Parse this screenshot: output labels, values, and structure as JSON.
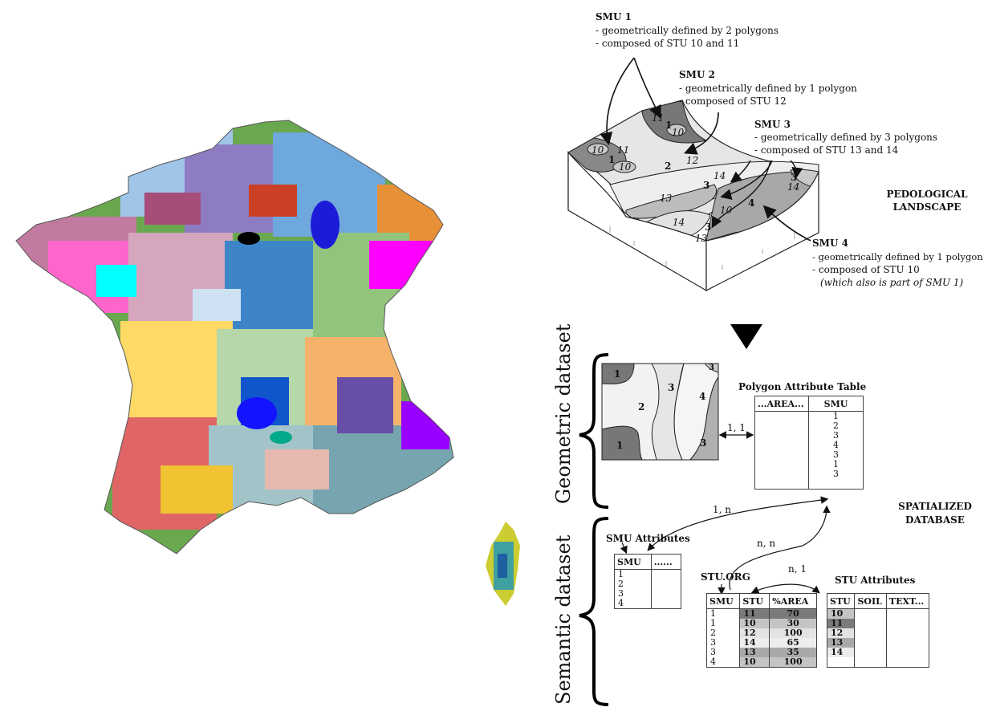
{
  "smu_descriptions": [
    {
      "title": "SMU 1",
      "lines": [
        "- geometrically defined by 2 polygons",
        "- composed of STU 10 and 11"
      ]
    },
    {
      "title": "SMU 2",
      "lines": [
        "- geometrically defined by 1 polygon",
        "- composed of  STU 12"
      ]
    },
    {
      "title": "SMU 3",
      "lines": [
        "- geometrically defined by 3 polygons",
        "- composed of STU 13 and 14"
      ]
    },
    {
      "title": "SMU 4",
      "lines": [
        "- geometrically defined by 1 polygon",
        "- composed of STU 10"
      ],
      "note": "(which also is part of SMU 1)"
    }
  ],
  "labels": {
    "pedological_landscape": [
      "PEDOLOGICAL",
      "LANDSCAPE"
    ],
    "spatialized_database": [
      "SPATIALIZED",
      "DATABASE"
    ],
    "geometric_dataset": "Geometric dataset",
    "semantic_dataset": "Semantic dataset"
  },
  "block_labels": {
    "smu": [
      "1",
      "1",
      "2",
      "3",
      "3",
      "3",
      "4"
    ],
    "stu": [
      "11",
      "10",
      "10",
      "11",
      "10",
      "12",
      "14",
      "13",
      "14",
      "10",
      "14",
      "13",
      "14"
    ]
  },
  "geometric_map_labels": [
    "1",
    "2",
    "1",
    "3",
    "4",
    "3",
    "3"
  ],
  "relations": {
    "polygon_link": "1, 1",
    "smu_link": "1, n",
    "stu_org_link": "n, n",
    "stu_link": "n, 1"
  },
  "polygon_attribute_table": {
    "title": "Polygon Attribute Table",
    "headers": [
      "...AREA...",
      "SMU"
    ],
    "smu_values": [
      "1",
      "2",
      "3",
      "4",
      "3",
      "1",
      "3"
    ]
  },
  "smu_attributes": {
    "title": "SMU Attributes",
    "headers": [
      "SMU",
      "......"
    ],
    "rows": [
      "1",
      "2",
      "3",
      "4"
    ]
  },
  "stu_org": {
    "title": "STU.ORG",
    "headers": [
      "SMU",
      "STU",
      "%AREA"
    ],
    "rows": [
      {
        "smu": "1",
        "stu": "11",
        "area": "70"
      },
      {
        "smu": "1",
        "stu": "10",
        "area": "30"
      },
      {
        "smu": "2",
        "stu": "12",
        "area": "100"
      },
      {
        "smu": "3",
        "stu": "14",
        "area": "65"
      },
      {
        "smu": "3",
        "stu": "13",
        "area": "35"
      },
      {
        "smu": "4",
        "stu": "10",
        "area": "100"
      }
    ]
  },
  "stu_attributes": {
    "title": "STU Attributes",
    "headers": [
      "STU",
      "SOIL",
      "TEXT..."
    ],
    "rows": [
      "10",
      "11",
      "12",
      "13",
      "14"
    ]
  },
  "stu_colors": {
    "10": "#c4c4c4",
    "11": "#7a7a7a",
    "12": "#e3e3e3",
    "13": "#a9a9a9",
    "14": "#ededed"
  }
}
